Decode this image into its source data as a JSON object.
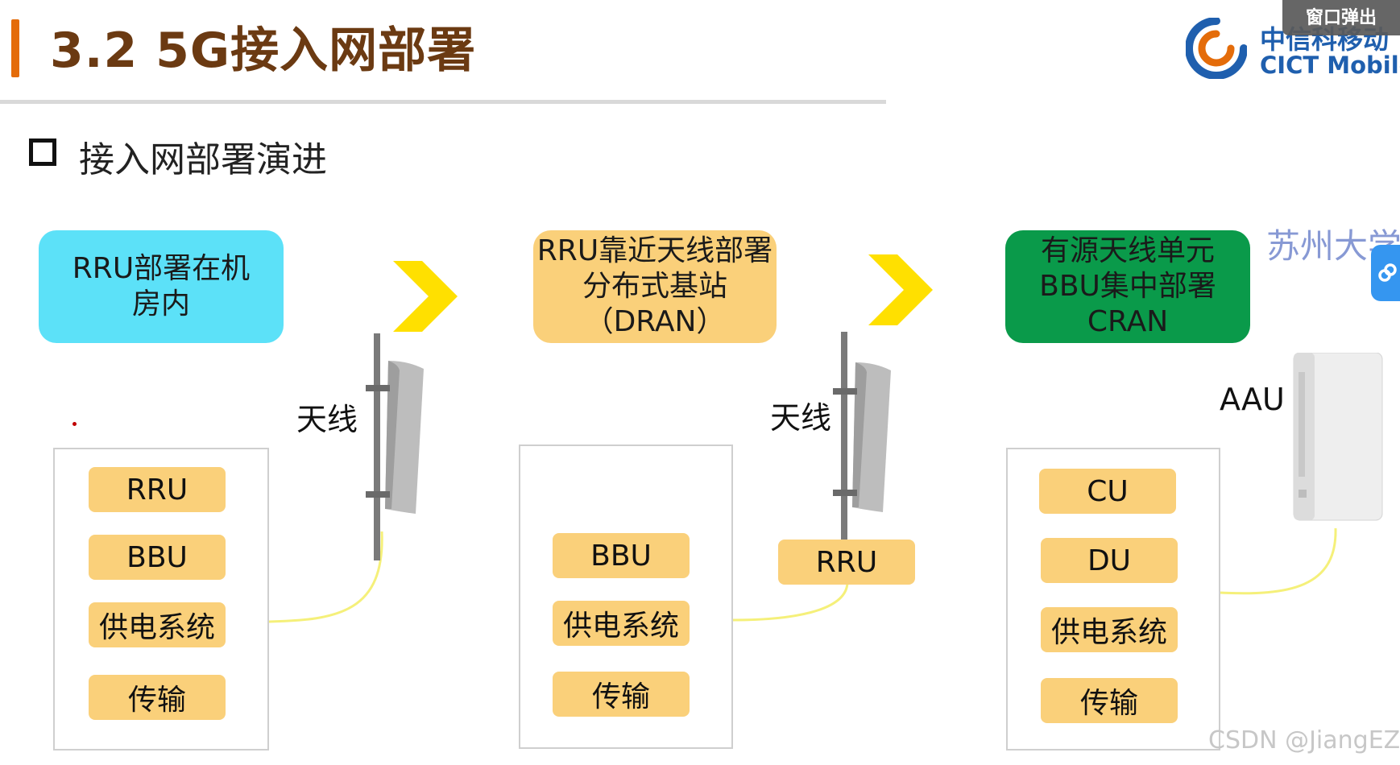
{
  "header": {
    "title": "3.2 5G接入网部署",
    "logo_cn": "中信科移动",
    "logo_en": "CICT Mobile",
    "popup_label": "窗口弹出"
  },
  "section": {
    "title": "接入网部署演进"
  },
  "stages": [
    {
      "label": "RRU部署在机\n房内",
      "color": "#5ce1f8"
    },
    {
      "label": "RRU靠近天线部署\n分布式基站\n（DRAN）",
      "color": "#fad07a"
    },
    {
      "label": "有源天线单元\nBBU集中部署\nCRAN",
      "color": "#0a9a4a"
    }
  ],
  "columns": [
    {
      "modules": [
        "RRU",
        "BBU",
        "供电系统",
        "传输"
      ]
    },
    {
      "modules": [
        "BBU",
        "供电系统",
        "传输"
      ],
      "external_module": "RRU"
    },
    {
      "modules": [
        "CU",
        "DU",
        "供电系统",
        "传输"
      ]
    }
  ],
  "labels": {
    "antenna_1": "天线",
    "antenna_2": "天线",
    "aau": "AAU"
  },
  "overlays": {
    "watermark": "苏州大学",
    "csdn": "CSDN @JiangEZ",
    "side_tab_icon": "link-icon"
  },
  "colors": {
    "title": "#6b3a12",
    "accent_bar": "#e46c0a",
    "module": "#fad07a",
    "chevron": "#ffe000",
    "cable": "#f5f07a",
    "logo_blue": "#1f5fae"
  }
}
